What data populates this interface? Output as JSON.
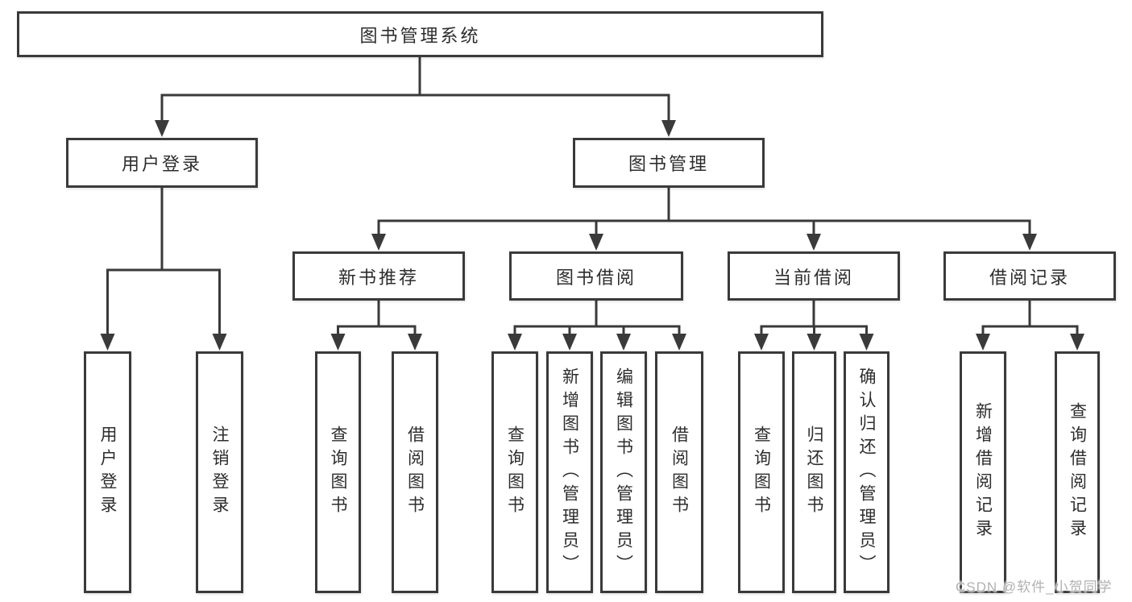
{
  "diagram_colors": {
    "line": "#3a3a3a",
    "text": "#2d2d2d",
    "background": "#ffffff",
    "watermark": "#b1b1b1"
  },
  "tree": {
    "label": "图书管理系统",
    "children": [
      {
        "label": "用户登录",
        "children": [
          {
            "label": "用户登录"
          },
          {
            "label": "注销登录"
          }
        ]
      },
      {
        "label": "图书管理",
        "children": [
          {
            "label": "新书推荐",
            "children": [
              {
                "label": "查询图书"
              },
              {
                "label": "借阅图书"
              }
            ]
          },
          {
            "label": "图书借阅",
            "children": [
              {
                "label": "查询图书"
              },
              {
                "label": "新增图书（管理员）"
              },
              {
                "label": "编辑图书（管理员）"
              },
              {
                "label": "借阅图书"
              }
            ]
          },
          {
            "label": "当前借阅",
            "children": [
              {
                "label": "查询图书"
              },
              {
                "label": "归还图书"
              },
              {
                "label": "确认归还（管理员）"
              }
            ]
          },
          {
            "label": "借阅记录",
            "children": [
              {
                "label": "新增借阅记录"
              },
              {
                "label": "查询借阅记录"
              }
            ]
          }
        ]
      }
    ]
  },
  "watermark": {
    "text": "CSDN @软件_小贺同学"
  }
}
